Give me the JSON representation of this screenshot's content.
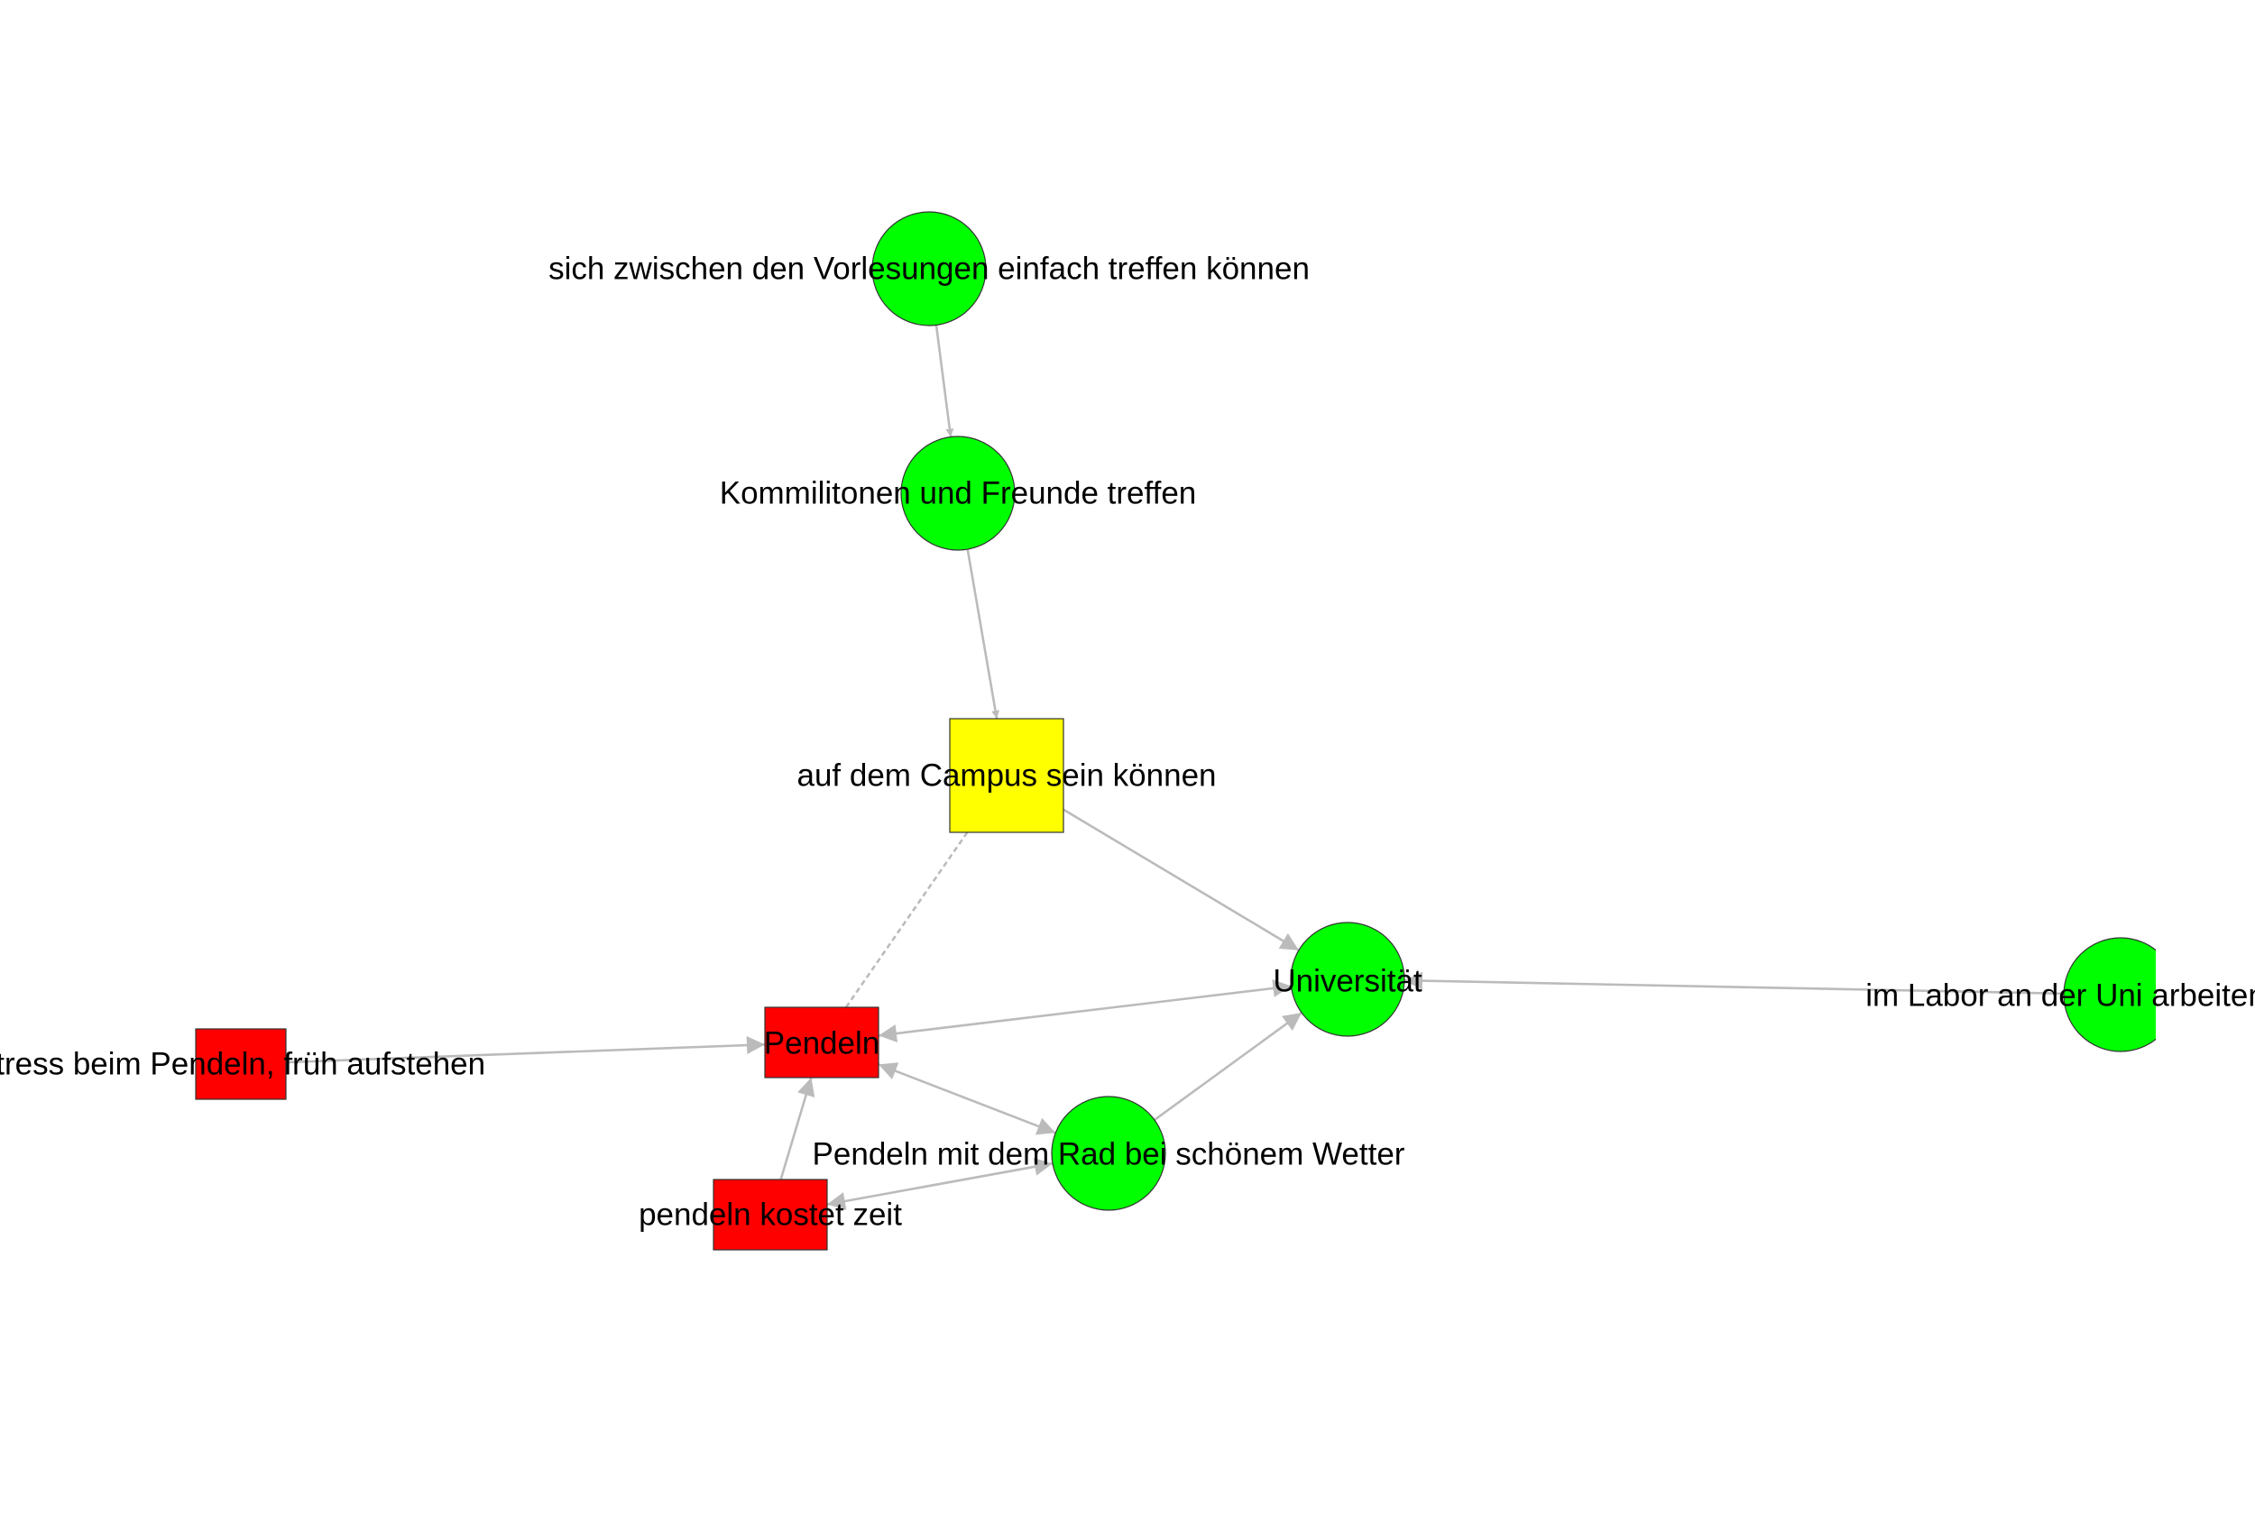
{
  "diagram": {
    "colors": {
      "positive": "#00ff00",
      "negative": "#ff0000",
      "neutral": "#ffff00",
      "edge": "#bbbbbb",
      "outline": "#333333",
      "text": "#000000"
    },
    "nodes": [
      {
        "id": "treffen_vorlesungen",
        "label": "sich zwischen den Vorlesungen einfach treffen können",
        "shape": "circle",
        "color": "positive"
      },
      {
        "id": "kommilitonen",
        "label": "Kommilitonen und Freunde treffen",
        "shape": "circle",
        "color": "positive"
      },
      {
        "id": "campus",
        "label": "auf dem Campus sein können",
        "shape": "square",
        "color": "neutral"
      },
      {
        "id": "universitaet",
        "label": "Universität",
        "shape": "circle",
        "color": "positive"
      },
      {
        "id": "labor",
        "label": "im Labor an der Uni arbeiten",
        "shape": "circle",
        "color": "positive"
      },
      {
        "id": "pendeln",
        "label": "Pendeln",
        "shape": "rect",
        "color": "negative"
      },
      {
        "id": "stress",
        "label": "Stress beim Pendeln, früh aufstehen",
        "shape": "rect",
        "color": "negative"
      },
      {
        "id": "rad",
        "label": "Pendeln mit dem Rad bei schönem Wetter",
        "shape": "circle",
        "color": "positive"
      },
      {
        "id": "zeit",
        "label": "pendeln kostet zeit",
        "shape": "rect",
        "color": "negative"
      }
    ],
    "edges": [
      {
        "from": "treffen_vorlesungen",
        "to": "kommilitonen",
        "style": "solid",
        "arrow": "target"
      },
      {
        "from": "kommilitonen",
        "to": "campus",
        "style": "solid",
        "arrow": "target"
      },
      {
        "from": "campus",
        "to": "universitaet",
        "style": "solid",
        "arrow": "target"
      },
      {
        "from": "labor",
        "to": "universitaet",
        "style": "solid",
        "arrow": "target"
      },
      {
        "from": "universitaet",
        "to": "pendeln",
        "style": "solid",
        "arrow": "both"
      },
      {
        "from": "rad",
        "to": "universitaet",
        "style": "solid",
        "arrow": "target"
      },
      {
        "from": "pendeln",
        "to": "rad",
        "style": "solid",
        "arrow": "both"
      },
      {
        "from": "stress",
        "to": "pendeln",
        "style": "solid",
        "arrow": "target"
      },
      {
        "from": "zeit",
        "to": "pendeln",
        "style": "solid",
        "arrow": "target"
      },
      {
        "from": "rad",
        "to": "zeit",
        "style": "solid",
        "arrow": "both"
      },
      {
        "from": "pendeln",
        "to": "campus",
        "style": "dashed",
        "arrow": "none"
      }
    ]
  }
}
